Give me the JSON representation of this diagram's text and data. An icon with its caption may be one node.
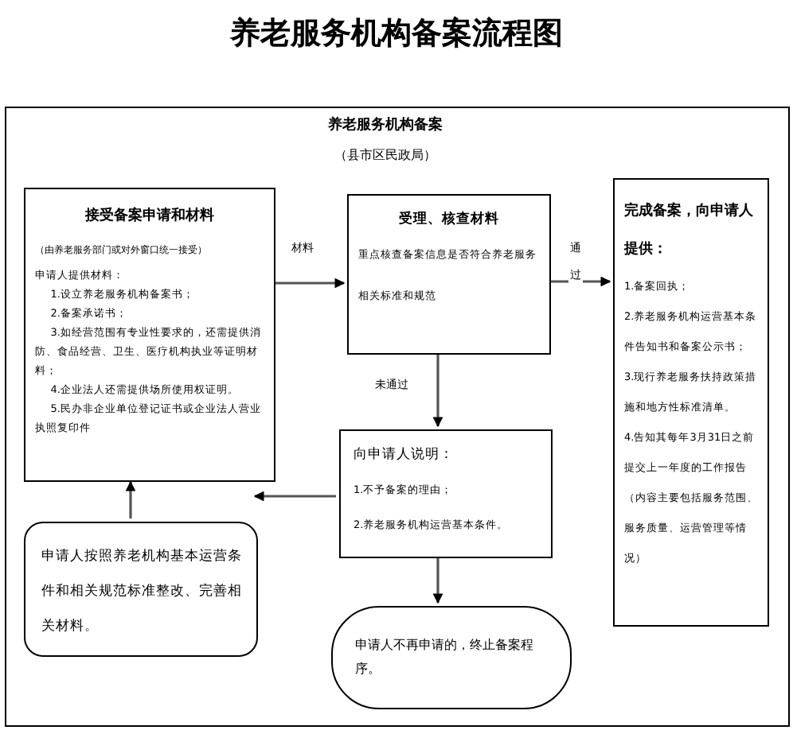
{
  "diagram": {
    "title": "养老服务机构备案流程图",
    "nodes": [
      {
        "text": [
          "养老服务机构备案",
          "（县市区民政局）"
        ]
      },
      {
        "text": [
          "接受备案申请和材料",
          "（由养老服务部门或对外窗口统一接受）",
          "申请人提供材料：",
          "1.设立养老服务机构备案书；",
          "2.备案承诺书；",
          "3.如经营范围有专业性要求的，还需提供消防、食品经营、卫生、医疗机构执业等证明材料；",
          "4.企业法人还需提供场所使用权证明。",
          "5.民办非企业单位登记证书或企业法人营业执照复印件"
        ],
        "in": 0
      },
      {
        "text": [
          "受理、核查材料",
          "重点核查备案信息是否符合养老服务相关标准和规范"
        ],
        "in": 0
      },
      {
        "text": [
          "完成备案，向申请人提供：",
          "1.备案回执；",
          "2.养老服务机构运营基本条件告知书和备案公示书；",
          "3.现行养老服务扶持政策措施和地方性标准清单。",
          "4.告知其每年3月31日之前提交上一年度的工作报告（内容主要包括服务范围、服务质量、运营管理等情况）"
        ],
        "in": 0
      },
      {
        "text": [
          "向申请人说明：",
          "1.不予备案的理由；",
          "2.养老服务机构运营基本条件。"
        ],
        "in": 0
      },
      {
        "text": [
          "申请人按照养老机构基本运营条件和相关规范标准整改、完善相关材料。"
        ],
        "in": 0
      },
      {
        "text": [
          "申请人不再申请的，终止备案程序。"
        ],
        "in": 0
      }
    ],
    "edges": [
      {
        "from": 1,
        "to": 2,
        "arrow": "to",
        "label": "材料"
      },
      {
        "from": 2,
        "to": 3,
        "arrow": "to",
        "label": "通过"
      },
      {
        "from": 2,
        "to": 4,
        "arrow": "to",
        "label": "未通过"
      },
      {
        "from": 4,
        "to": 5,
        "arrow": "to"
      },
      {
        "from": 5,
        "to": 1,
        "arrow": "to"
      },
      {
        "from": 4,
        "to": 6,
        "arrow": "to"
      }
    ]
  }
}
